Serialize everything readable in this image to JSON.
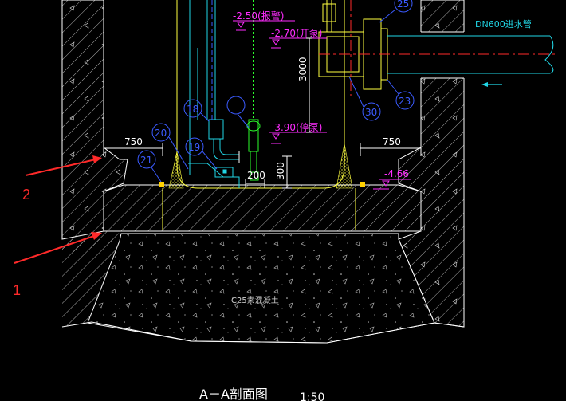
{
  "drawing": {
    "title": "A－A剖面图",
    "scale": "1:50",
    "concrete_label": "C25素混凝土",
    "inlet_pipe_label": "DN600进水管"
  },
  "levels": [
    {
      "text": "-2.50(报警)"
    },
    {
      "text": "-2.70(开泵)"
    },
    {
      "text": "-3.90(停泵)"
    },
    {
      "text": "-4.66"
    }
  ],
  "dimensions": {
    "left_width": "750",
    "right_width": "750",
    "height_3000": "3000",
    "width_200": "200",
    "height_300": "300"
  },
  "callouts": [
    "25",
    "18",
    "20",
    "19",
    "21",
    "30",
    "23"
  ],
  "markers": {
    "one": "1",
    "two": "2"
  },
  "colors": {
    "background": "#000000",
    "structure": "#ffffff",
    "pipe_cyan": "#21d6e6",
    "level_magenta": "#ff2cff",
    "callout_blue": "#3b5bff",
    "equipment_yellow": "#ffff40",
    "chain_green": "#2cff2c",
    "arrow_red": "#ff2a2a"
  }
}
